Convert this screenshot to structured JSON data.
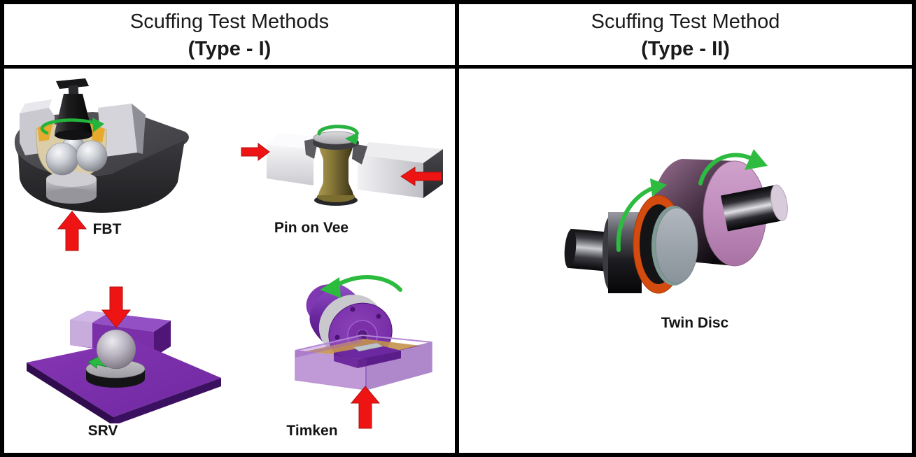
{
  "left_panel": {
    "title": "Scuffing Test Methods",
    "subtitle": "(Type - I)",
    "methods": [
      {
        "id": "fbt",
        "label": "FBT"
      },
      {
        "id": "pin-on-vee",
        "label": "Pin on Vee"
      },
      {
        "id": "srv",
        "label": "SRV"
      },
      {
        "id": "timken",
        "label": "Timken"
      }
    ]
  },
  "right_panel": {
    "title": "Scuffing Test Method",
    "subtitle": "(Type - II)",
    "methods": [
      {
        "id": "twin-disc",
        "label": "Twin Disc"
      }
    ]
  },
  "colors": {
    "border": "#000000",
    "background": "#ffffff",
    "load_arrow_red": "#ee1414",
    "rotation_arrow_green": "#2bbc40",
    "specimen_purple": "#7b2fa8",
    "disc_orange": "#d44b10",
    "disc_mauve": "#c08cbc",
    "pin_brass": "#8a7a38",
    "steel_gray": "#c6c8ce"
  }
}
